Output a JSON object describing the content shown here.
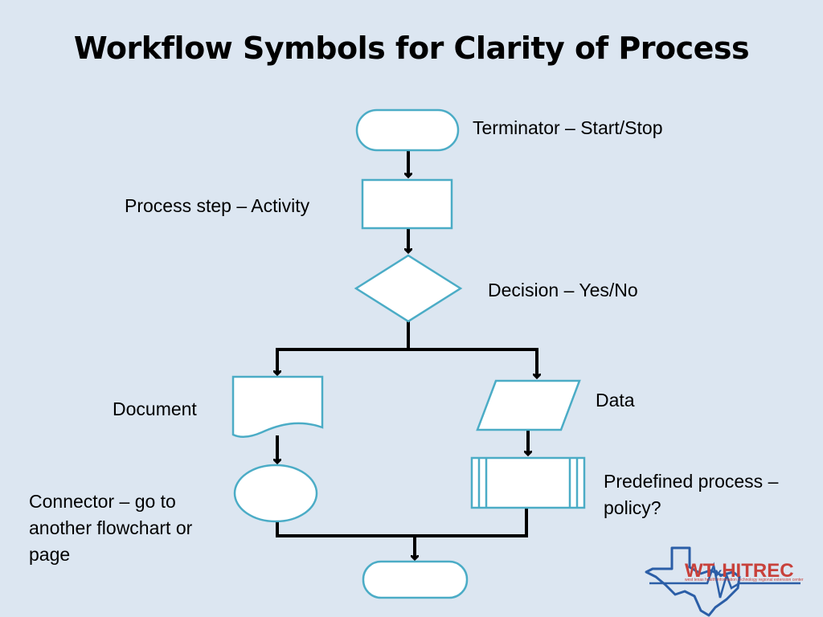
{
  "slide": {
    "title": "Workflow Symbols for Clarity of Process"
  },
  "labels": {
    "terminator": "Terminator – Start/Stop",
    "process": "Process step – Activity",
    "decision": "Decision – Yes/No",
    "document": "Document",
    "data": "Data",
    "predefined": "Predefined process – policy?",
    "connector": "Connector – go to another flowchart or page"
  },
  "logo": {
    "wt": "WT",
    "x": "x",
    "hitrec": "HITREC",
    "subtitle": "west texas health information technology regional extension center"
  },
  "colors": {
    "background": "#dce6f1",
    "shape_stroke": "#4bacc6",
    "shape_fill": "#ffffff",
    "arrow": "#000000",
    "logo_red": "#c8413b",
    "logo_blue": "#2b5ea7"
  }
}
